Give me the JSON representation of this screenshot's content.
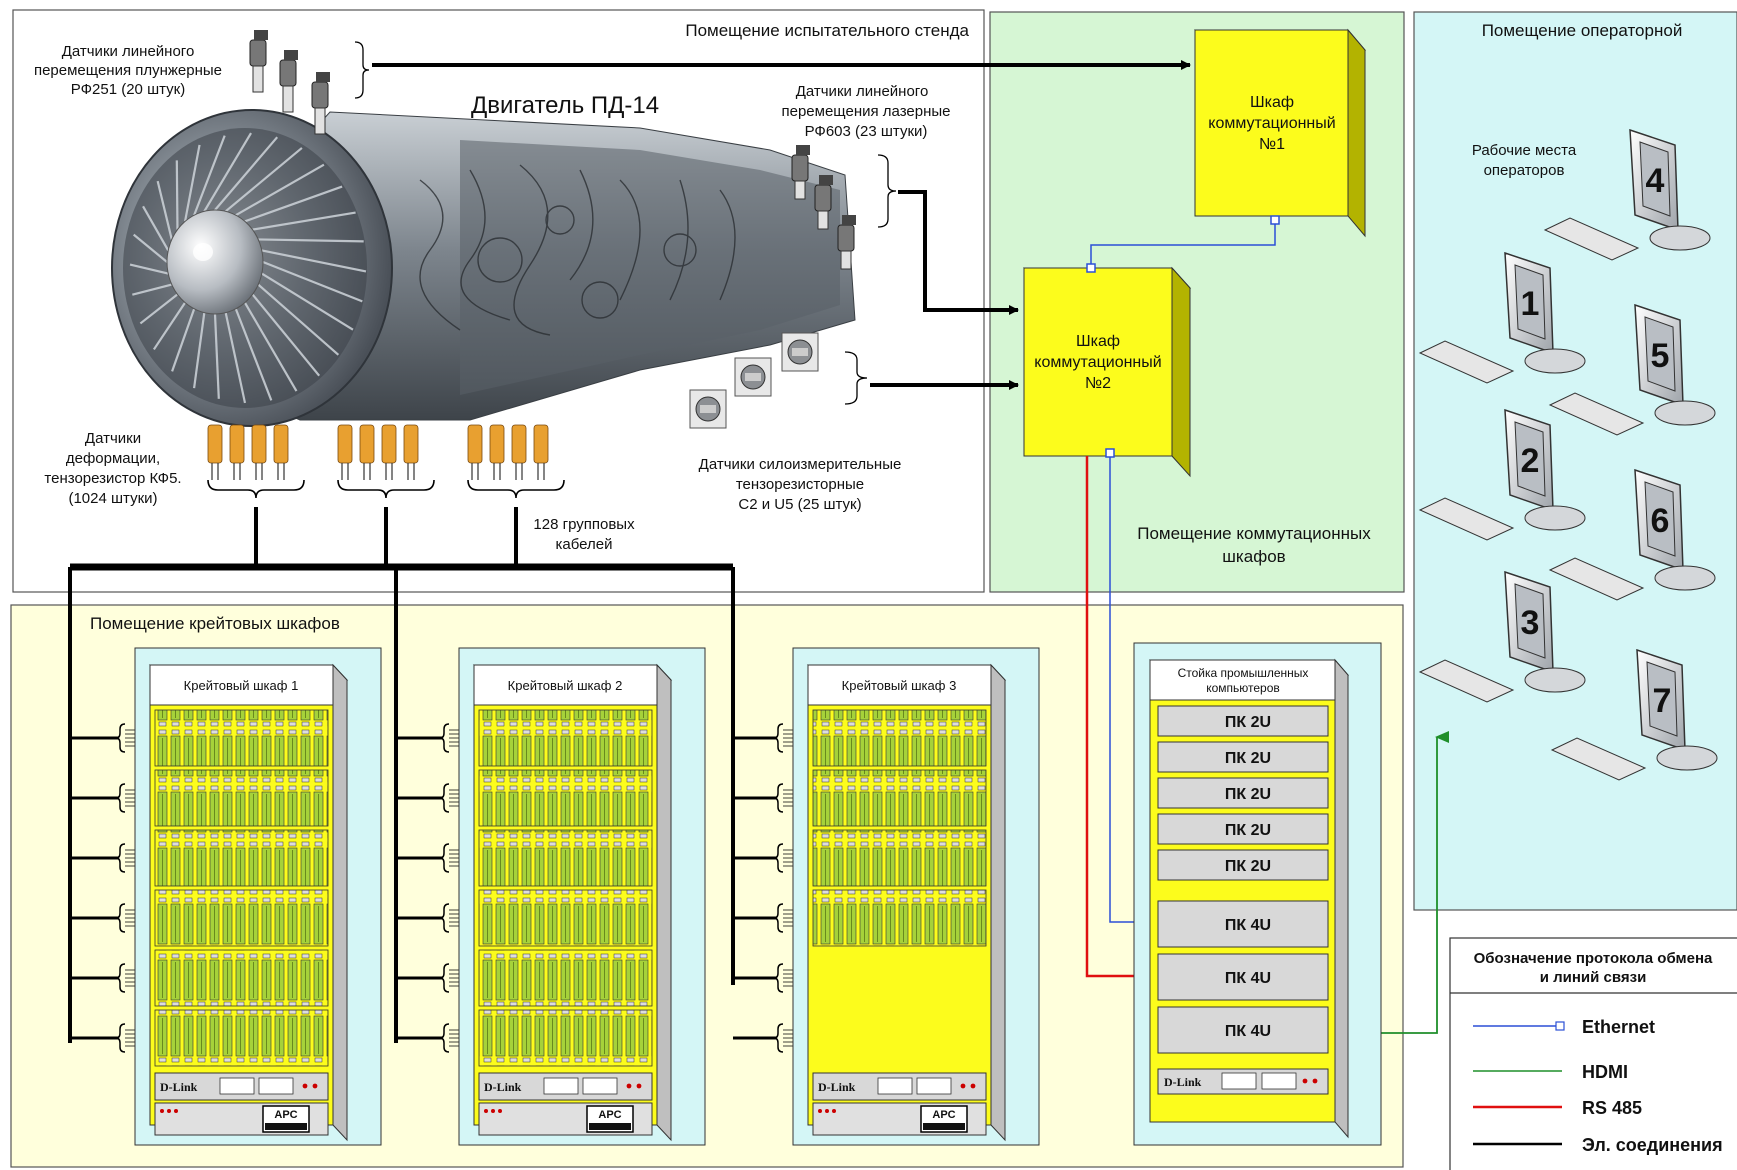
{
  "rooms": {
    "test_stand": "Помещение испытательного стенда",
    "switch_room": [
      "Помещение коммутационных",
      "шкафов"
    ],
    "operator_room": "Помещение операторной",
    "crate_room": "Помещение крейтовых шкафов"
  },
  "engine": {
    "title": "Двигатель ПД-14"
  },
  "sensors": {
    "plunger": [
      "Датчики линейного",
      "перемещения плунжерные",
      "РФ251 (20 штук)"
    ],
    "laser": [
      "Датчики линейного",
      "перемещения  лазерные",
      "РФ603 (23 штуки)"
    ],
    "force": [
      "Датчики силоизмерительные",
      "тензорезисторные",
      "С2 и U5 (25 штук)"
    ],
    "strain": [
      "Датчики",
      "деформации,",
      "тензорезистор КФ5.",
      "(1024 штуки)"
    ],
    "cables": [
      "128 групповых",
      "кабелей"
    ]
  },
  "cabinets": {
    "switch1": [
      "Шкаф",
      "коммутационный",
      "№1"
    ],
    "switch2": [
      "Шкаф",
      "коммутационный",
      "№2"
    ]
  },
  "crates": [
    {
      "label": "Крейтовый шкаф 1"
    },
    {
      "label": "Крейтовый шкаф 2"
    },
    {
      "label": "Крейтовый шкаф 3"
    }
  ],
  "crate_footer": {
    "switch_brand": "D-Link",
    "ups_brand": "APC"
  },
  "pc_rack": {
    "title": [
      "Стойка промышленных",
      "компьютеров"
    ],
    "units": [
      "ПК 2U",
      "ПК 2U",
      "ПК 2U",
      "ПК 2U",
      "ПК 2U",
      "ПК 4U",
      "ПК 4U",
      "ПК 4U"
    ],
    "switch_brand": "D-Link"
  },
  "operators": {
    "title": [
      "Рабочие места",
      "операторов"
    ],
    "workstations": [
      "4",
      "1",
      "5",
      "2",
      "6",
      "3",
      "7"
    ]
  },
  "legend": {
    "title": [
      "Обозначение протокола обмена",
      "и линий связи"
    ],
    "items": [
      {
        "label": "Ethernet",
        "color": "#2b4fd6"
      },
      {
        "label": "HDMI",
        "color": "#1f8f2a"
      },
      {
        "label": "RS 485",
        "color": "#e01010"
      },
      {
        "label": "Эл. соединения",
        "color": "#000000"
      }
    ]
  },
  "colors": {
    "yellow_room": "#ffffdc",
    "green_room": "#d6f6d4",
    "cyan_room": "#d4f6f6",
    "cabinet_yellow": "#fcfc1c",
    "ethernet": "#2b4fd6",
    "hdmi": "#1f8f2a",
    "rs485": "#e01010"
  }
}
